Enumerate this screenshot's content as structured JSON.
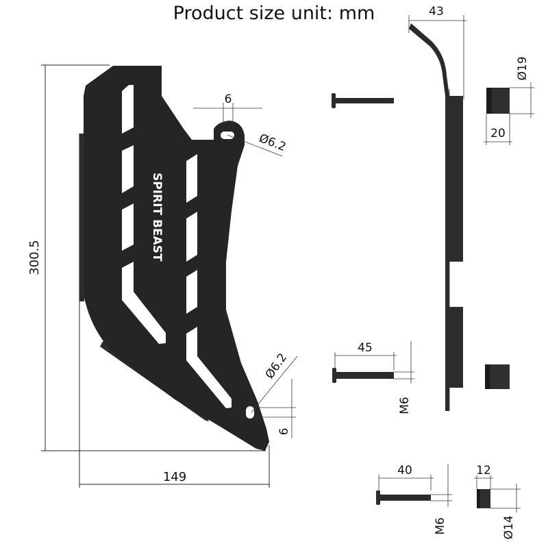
{
  "title": "Product size unit: mm",
  "brand": "SPIRIT BEAST",
  "dimensions": {
    "guard_height": "300.5",
    "guard_width": "149",
    "top_slot_width": "6",
    "top_hole_dia": "Ø6.2",
    "bottom_hole_dia": "Ø6.2",
    "bottom_slot_height": "6",
    "side_offset": "43",
    "spacer_dia_large": "Ø19",
    "spacer_len_large": "20",
    "bolt_long_length": "45",
    "bolt_long_thread": "M6",
    "bolt_short_length": "40",
    "bolt_short_thread": "M6",
    "spacer_len_small": "12",
    "spacer_dia_small": "Ø14"
  }
}
